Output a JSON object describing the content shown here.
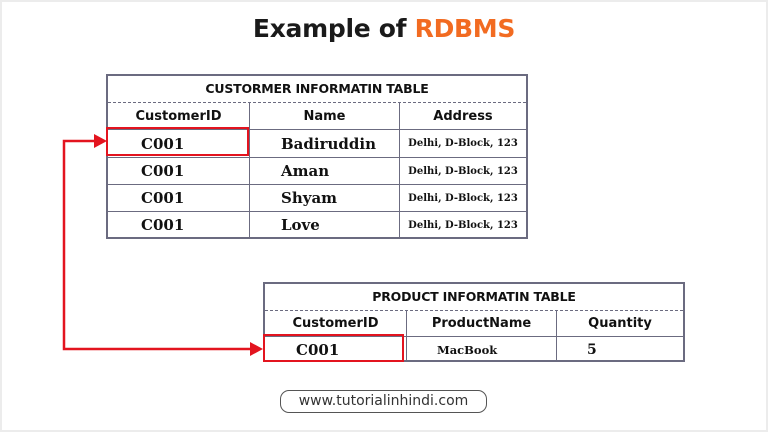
{
  "title": {
    "prefix": "Example of ",
    "highlight": "RDBMS",
    "highlight_color": "#f26b21"
  },
  "customer_table": {
    "caption": "CUSTORMER INFORMATIN TABLE",
    "columns": [
      "CustomerID",
      "Name",
      "Address"
    ],
    "rows": [
      {
        "customer_id": "C001",
        "name": "Badiruddin",
        "address": "Delhi, D-Block, 123",
        "highlighted": true
      },
      {
        "customer_id": "C001",
        "name": "Aman",
        "address": "Delhi, D-Block, 123"
      },
      {
        "customer_id": "C001",
        "name": "Shyam",
        "address": "Delhi, D-Block, 123"
      },
      {
        "customer_id": "C001",
        "name": "Love",
        "address": "Delhi, D-Block, 123"
      }
    ]
  },
  "product_table": {
    "caption": "PRODUCT INFORMATIN TABLE",
    "columns": [
      "CustomerID",
      "ProductName",
      "Quantity"
    ],
    "rows": [
      {
        "customer_id": "C001",
        "product_name": "MacBook",
        "quantity": "5",
        "highlighted": true
      }
    ]
  },
  "relationship": {
    "from": "product_table.CustomerID",
    "to": "customer_table.CustomerID",
    "color": "#e3141f",
    "icon": "bidirectional-arrow-icon"
  },
  "footer": {
    "website": "www.tutorialinhindi.com"
  }
}
